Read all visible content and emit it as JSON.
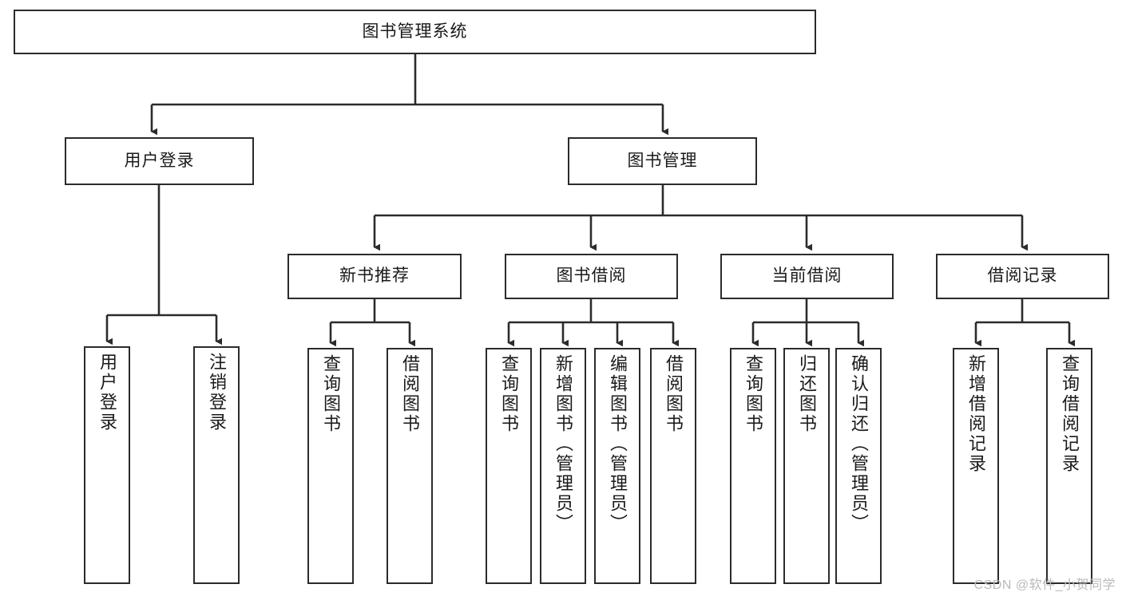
{
  "diagram": {
    "type": "tree",
    "title": "图书管理系统",
    "background": "#ffffff",
    "stroke": "#2b2b2b",
    "levels": {
      "root": {
        "label": "图书管理系统"
      },
      "level2": [
        {
          "label": "用户登录"
        },
        {
          "label": "图书管理"
        }
      ],
      "level3": [
        {
          "label": "新书推荐"
        },
        {
          "label": "图书借阅"
        },
        {
          "label": "当前借阅"
        },
        {
          "label": "借阅记录"
        }
      ],
      "leaves": [
        {
          "label": "用户登录",
          "parent": "用户登录"
        },
        {
          "label": "注销登录",
          "parent": "用户登录"
        },
        {
          "label": "查询图书",
          "parent": "新书推荐"
        },
        {
          "label": "借阅图书",
          "parent": "新书推荐"
        },
        {
          "label": "查询图书",
          "parent": "图书借阅"
        },
        {
          "label": "新增图书（管理员）",
          "parent": "图书借阅"
        },
        {
          "label": "编辑图书（管理员）",
          "parent": "图书借阅"
        },
        {
          "label": "借阅图书",
          "parent": "图书借阅"
        },
        {
          "label": "查询图书",
          "parent": "当前借阅"
        },
        {
          "label": "归还图书",
          "parent": "当前借阅"
        },
        {
          "label": "确认归还（管理员）",
          "parent": "当前借阅"
        },
        {
          "label": "新增借阅记录",
          "parent": "借阅记录"
        },
        {
          "label": "查询借阅记录",
          "parent": "借阅记录"
        }
      ]
    }
  },
  "watermark": {
    "text": "CSDN @软件_小贺同学"
  }
}
